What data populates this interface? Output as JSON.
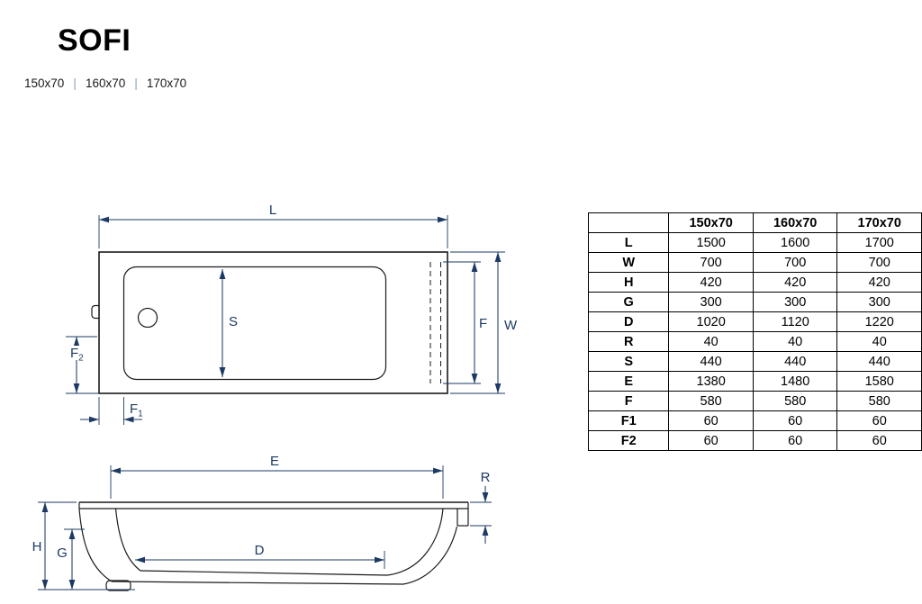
{
  "title": "SOFI",
  "sizes": [
    "150x70",
    "160x70",
    "170x70"
  ],
  "separator": "|",
  "labels": {
    "L": "L",
    "W": "W",
    "H": "H",
    "G": "G",
    "D": "D",
    "R": "R",
    "S": "S",
    "E": "E",
    "F": "F",
    "F_base": "F",
    "F1_sub": "1",
    "F2_sub": "2"
  },
  "table": {
    "columns": [
      "150x70",
      "160x70",
      "170x70"
    ],
    "rows": [
      {
        "label": "L",
        "values": [
          "1500",
          "1600",
          "1700"
        ]
      },
      {
        "label": "W",
        "values": [
          "700",
          "700",
          "700"
        ]
      },
      {
        "label": "H",
        "values": [
          "420",
          "420",
          "420"
        ]
      },
      {
        "label": "G",
        "values": [
          "300",
          "300",
          "300"
        ]
      },
      {
        "label": "D",
        "values": [
          "1020",
          "1120",
          "1220"
        ]
      },
      {
        "label": "R",
        "values": [
          "40",
          "40",
          "40"
        ]
      },
      {
        "label": "S",
        "values": [
          "440",
          "440",
          "440"
        ]
      },
      {
        "label": "E",
        "values": [
          "1380",
          "1480",
          "1580"
        ]
      },
      {
        "label": "F",
        "values": [
          "580",
          "580",
          "580"
        ]
      },
      {
        "label": "F1",
        "values": [
          "60",
          "60",
          "60"
        ]
      },
      {
        "label": "F2",
        "values": [
          "60",
          "60",
          "60"
        ]
      }
    ]
  },
  "colors": {
    "dimension": "#1c3a63",
    "line": "#1a1a1a"
  }
}
